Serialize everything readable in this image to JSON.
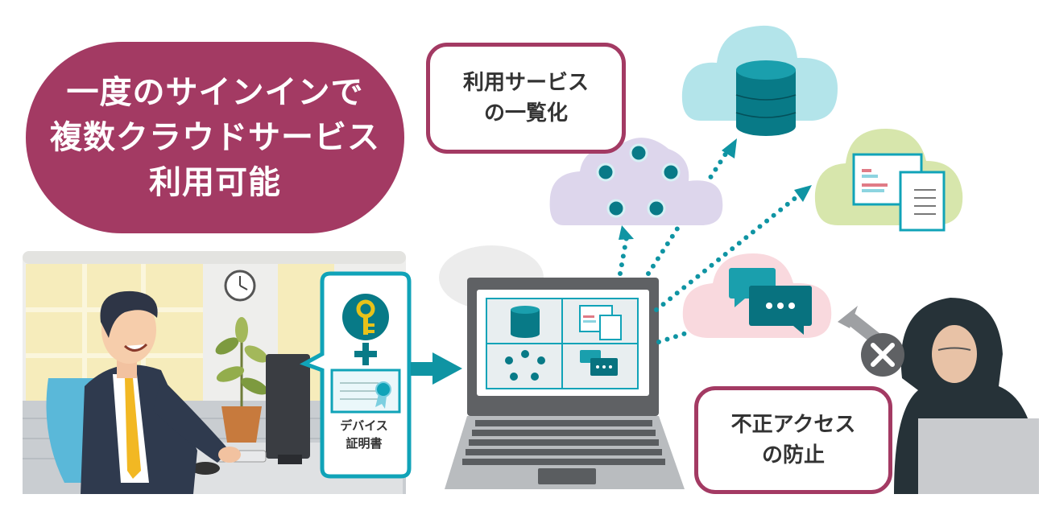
{
  "headline": {
    "lines": [
      "一度のサインインで",
      "複数クラウドサービス",
      "利用可能"
    ]
  },
  "service_list_label": {
    "lines": [
      "利用サービス",
      "の一覧化"
    ]
  },
  "device_certificate_label": {
    "lines": [
      "デバイス",
      "証明書"
    ]
  },
  "unauthorized_access_label": {
    "lines": [
      "不正アクセス",
      "の防止"
    ]
  },
  "icons": [
    "key-icon",
    "plus-icon",
    "certificate-icon",
    "arrow-right-icon",
    "database-icon",
    "document-icon",
    "people-network-icon",
    "chat-icon",
    "blocked-x-icon",
    "clock-icon",
    "plant-icon"
  ],
  "colors": {
    "accent_magenta": "#a33a63",
    "teal": "#0f94a3",
    "dark_teal": "#08727f",
    "key_yellow": "#e8c21a",
    "cloud_blue": "#b3e4ea",
    "cloud_purple": "#ddd6ec",
    "cloud_green": "#d7e6ac",
    "cloud_pink": "#f9d9de"
  }
}
